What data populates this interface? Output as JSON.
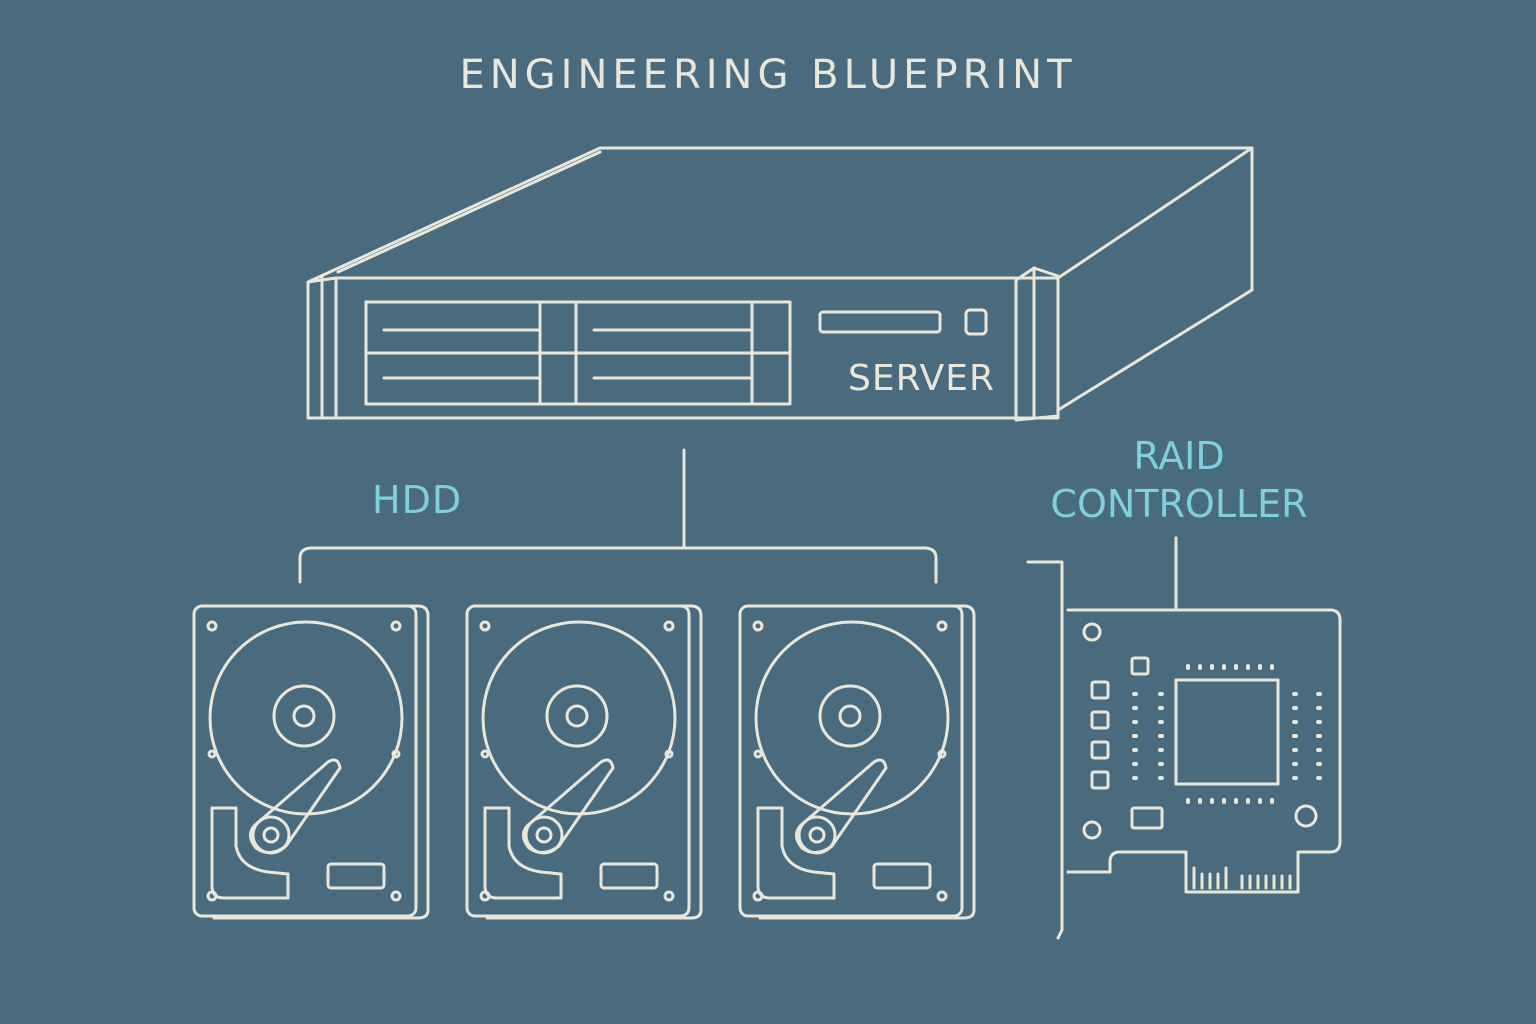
{
  "diagram": {
    "title": "ENGINEERING BLUEPRINT",
    "server_label": "SERVER",
    "hdd_label": "HDD",
    "raid_label_line1": "RAID",
    "raid_label_line2": "CONTROLLER",
    "drive_count": 3,
    "colors": {
      "background": "#4a6a7e",
      "line": "#e9e6da",
      "accent_label": "#7fd0dc"
    }
  }
}
